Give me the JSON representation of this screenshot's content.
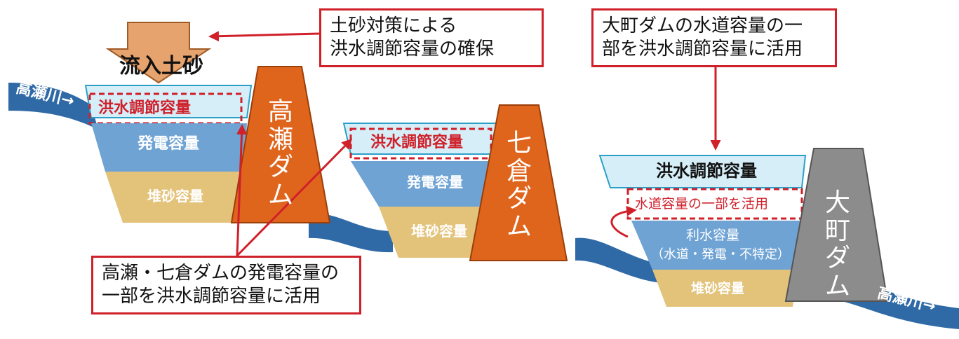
{
  "sediment_label": "流入土砂",
  "river_upstream": "高瀬川→",
  "river_downstream": "高瀬川→",
  "colors": {
    "accent_red": "#d0202a",
    "dam_orange": "#e0651c",
    "dam_gray": "#8c8c8c",
    "river_blue": "#2f6aa6",
    "power_blue": "#6fa3d4",
    "sediment_tan": "#e3c27a",
    "flood_lightblue": "#d6eef8"
  },
  "reservoirs": {
    "takase": {
      "flood": "洪水調節容量",
      "power": "発電容量",
      "sediment": "堆砂容量",
      "dam_chars": [
        "高",
        "瀬",
        "ダ",
        "ム"
      ]
    },
    "nanakura": {
      "flood": "洪水調節容量",
      "power": "発電容量",
      "sediment": "堆砂容量",
      "dam_chars": [
        "七",
        "倉",
        "ダ",
        "ム"
      ]
    },
    "omachi": {
      "flood": "洪水調節容量",
      "water_part": "水道容量の一部を活用",
      "use_line1": "利水容量",
      "use_line2": "（水道・発電・不特定）",
      "sediment": "堆砂容量",
      "dam_chars": [
        "大",
        "町",
        "ダ",
        "ム"
      ]
    }
  },
  "callouts": {
    "sediment_measures": [
      "土砂対策による",
      "洪水調節容量の確保"
    ],
    "omachi_water": [
      "大町ダムの水道容量の一",
      "部を洪水調節容量に活用"
    ],
    "power_capacity": [
      "高瀬・七倉ダムの発電容量の",
      "一部を洪水調節容量に活用"
    ]
  }
}
